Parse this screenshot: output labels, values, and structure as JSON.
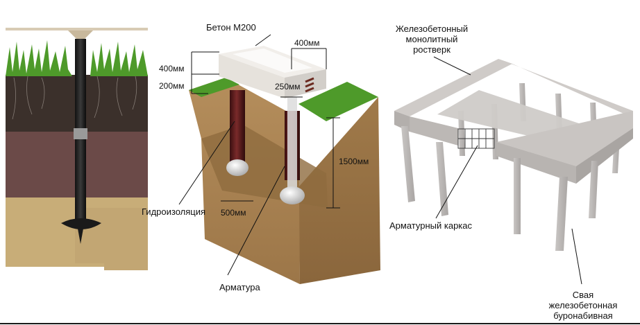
{
  "labels": {
    "concrete": "Бетон М200",
    "dim_400_top": "400мм",
    "dim_400_left": "400мм",
    "dim_200": "200мм",
    "dim_250": "250мм",
    "dim_1500": "1500мм",
    "dim_500": "500мм",
    "waterproofing": "Гидроизоляция",
    "rebar": "Арматура",
    "grillage_line1": "Железобетонный",
    "grillage_line2": "монолитный",
    "grillage_line3": "ростверк",
    "rebar_cage": "Арматурный каркас",
    "pile_line1": "Свая",
    "pile_line2": "железобетонная",
    "pile_line3": "буронабивная"
  },
  "colors": {
    "grass": "#4e9a2a",
    "topsoil": "#3b302b",
    "clay": "#6b4a48",
    "sand": "#c8ad78",
    "pile_dark": "#5a1d1d",
    "concrete": "#e6e2dc",
    "earth": "#b08a5a"
  }
}
